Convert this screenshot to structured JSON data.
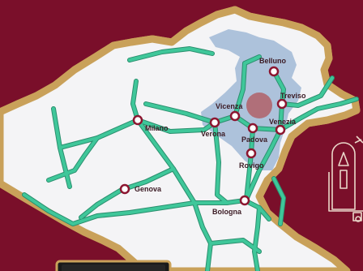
{
  "map": {
    "colors": {
      "background": "#7a0f2a",
      "land": "#f4f4f6",
      "coast_outline": "#b9bde8",
      "coast_outer": "#c9a15a",
      "rail": "#3fc79a",
      "rail_edge": "#2a8f6e",
      "region_highlight": "#a9bfd9",
      "focus_point": "#b06a74",
      "city_marker": "#8c1630",
      "label": "#3b1b24",
      "icon_line": "#ead7c9"
    },
    "cities": [
      {
        "id": "belluno",
        "name": "Belluno"
      },
      {
        "id": "treviso",
        "name": "Treviso"
      },
      {
        "id": "vicenza",
        "name": "Vicenza"
      },
      {
        "id": "venezia",
        "name": "Venezia"
      },
      {
        "id": "milano",
        "name": "Milano"
      },
      {
        "id": "verona",
        "name": "Verona"
      },
      {
        "id": "padova",
        "name": "Padova"
      },
      {
        "id": "rovigo",
        "name": "Rovigo"
      },
      {
        "id": "genova",
        "name": "Genova"
      },
      {
        "id": "bologna",
        "name": "Bologna"
      }
    ],
    "icons": [
      {
        "id": "venice-landmark-icon"
      },
      {
        "id": "button-frame"
      }
    ]
  }
}
